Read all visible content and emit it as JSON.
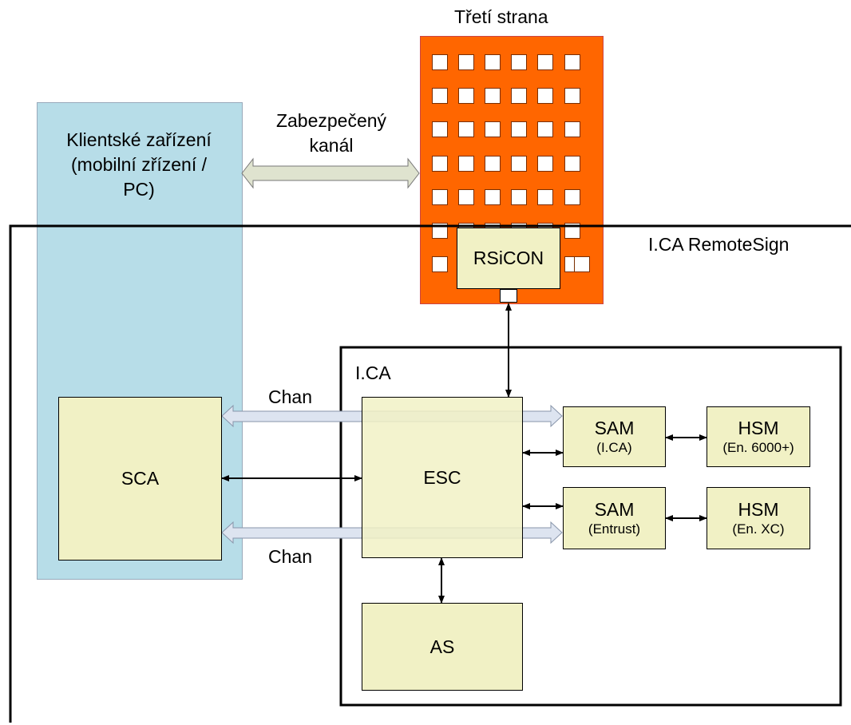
{
  "third_party": {
    "label": "Třetí strana"
  },
  "secure_channel": {
    "line1": "Zabezpečený",
    "line2": "kanál"
  },
  "client_device": {
    "line1": "Klientské zařízení",
    "line2": "(mobilní zřízení /",
    "line3": "PC)"
  },
  "remote_sign": {
    "label": "I.CA RemoteSign"
  },
  "rsicon": {
    "label": "RSiCON"
  },
  "ica_zone": {
    "label": "I.CA"
  },
  "sca": {
    "label": "SCA"
  },
  "esc": {
    "label": "ESC"
  },
  "as": {
    "label": "AS"
  },
  "sam_ica": {
    "label": "SAM",
    "sub": "(I.CA)"
  },
  "sam_entrust": {
    "label": "SAM",
    "sub": "(Entrust)"
  },
  "hsm_1": {
    "label": "HSM",
    "sub": "(En. 6000+)"
  },
  "hsm_2": {
    "label": "HSM",
    "sub": "(En. XC)"
  },
  "channel_top": {
    "label": "Chan"
  },
  "channel_bottom": {
    "label": "Chan"
  },
  "colors": {
    "building": "#ff6600",
    "client": "#b7dde8",
    "component": "#f1f1c5",
    "channel_arrow": "#dde4f0",
    "secure_arrow": "#dfe3cf"
  }
}
